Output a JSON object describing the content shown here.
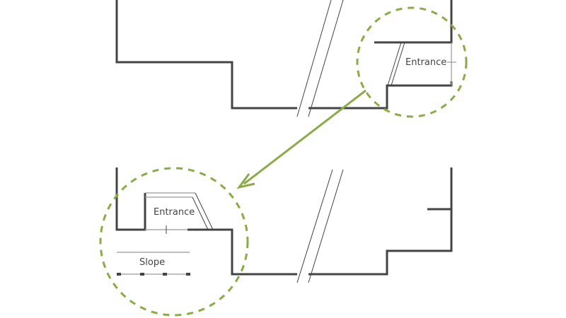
{
  "labels": {
    "entrance_top": "Entrance",
    "entrance_bottom": "Entrance",
    "slope": "Slope"
  },
  "colors": {
    "wall": "#444444",
    "highlight": "#8aab47"
  }
}
